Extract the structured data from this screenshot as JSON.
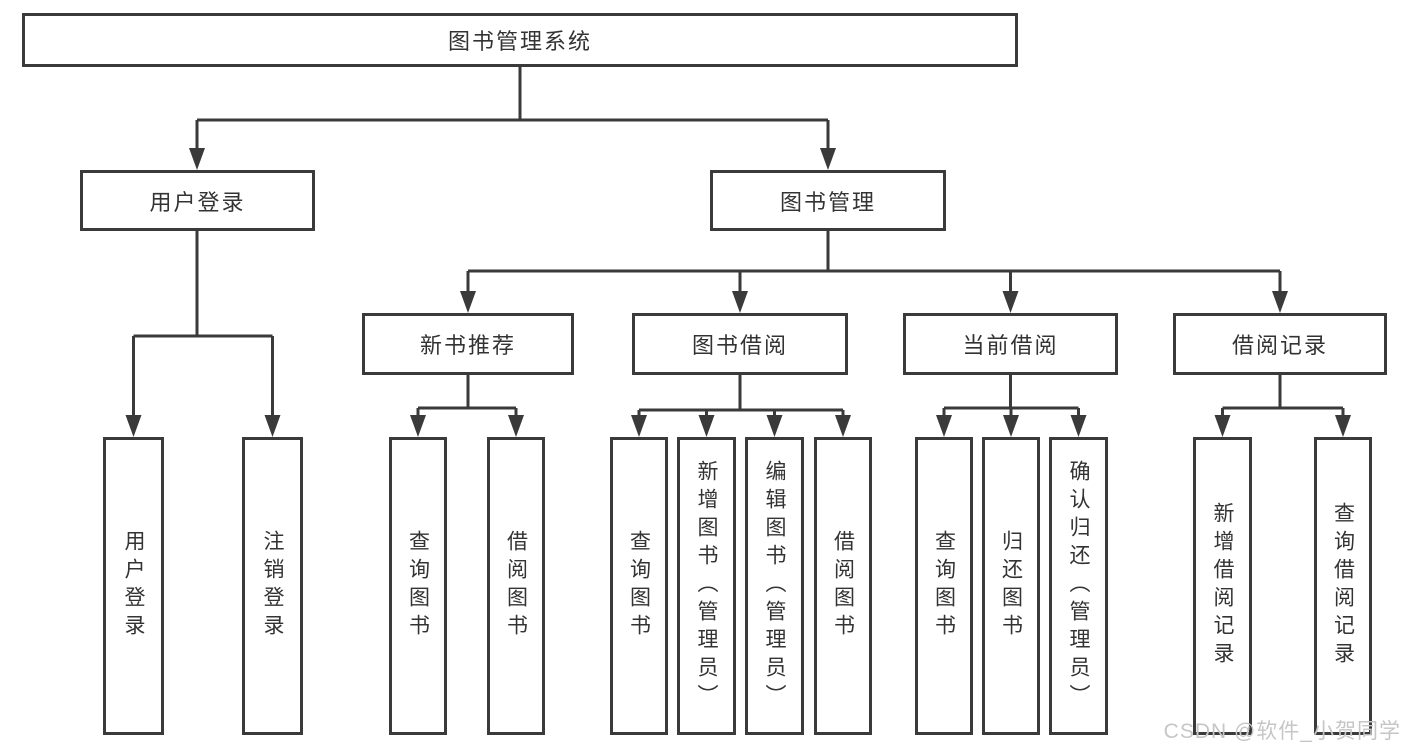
{
  "diagram": {
    "root": "图书管理系统",
    "children": [
      {
        "label": "用户登录",
        "children": [
          {
            "label": "用户登录"
          },
          {
            "label": "注销登录"
          }
        ]
      },
      {
        "label": "图书管理",
        "children": [
          {
            "label": "新书推荐",
            "children": [
              {
                "label": "查询图书"
              },
              {
                "label": "借阅图书"
              }
            ]
          },
          {
            "label": "图书借阅",
            "children": [
              {
                "label": "查询图书"
              },
              {
                "label": "新增图书（管理员）"
              },
              {
                "label": "编辑图书（管理员）"
              },
              {
                "label": "借阅图书"
              }
            ]
          },
          {
            "label": "当前借阅",
            "children": [
              {
                "label": "查询图书"
              },
              {
                "label": "归还图书"
              },
              {
                "label": "确认归还（管理员）"
              }
            ]
          },
          {
            "label": "借阅记录",
            "children": [
              {
                "label": "新增借阅记录"
              },
              {
                "label": "查询借阅记录"
              }
            ]
          }
        ]
      }
    ]
  },
  "watermark": "CSDN @软件_小贺同学",
  "colors": {
    "line": "#3a3a3a",
    "text": "#333333",
    "watermark": "#c6c6c6",
    "background": "#ffffff"
  }
}
